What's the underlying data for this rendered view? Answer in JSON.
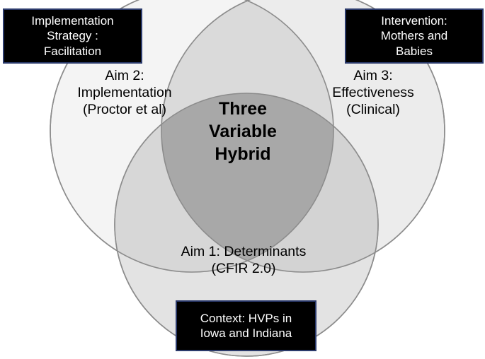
{
  "diagram": {
    "type": "venn-three-circle",
    "title": "Three Variable Hybrid",
    "center_label": "Three\nVariable\nHybrid",
    "circles": [
      {
        "id": "aim2",
        "label": "Aim 2:\nImplementation\n(Proctor et al)",
        "position": "left",
        "fill": "#f2f2f2",
        "stroke": "#8c8c8c"
      },
      {
        "id": "aim3",
        "label": "Aim 3:\nEffectiveness\n(Clinical)",
        "position": "right",
        "fill": "#e6e6e6",
        "stroke": "#8c8c8c"
      },
      {
        "id": "aim1",
        "label": "Aim 1: Determinants\n(CFIR 2.0)",
        "position": "bottom",
        "fill": "#d9d9d9",
        "stroke": "#8c8c8c"
      }
    ],
    "callouts": [
      {
        "id": "strategy",
        "text": "Implementation\nStrategy :\nFacilitation",
        "background": "#000000",
        "text_color": "#ffffff",
        "border_color": "#2b3a6b"
      },
      {
        "id": "intervention",
        "text": "Intervention:\nMothers and\nBabies",
        "background": "#000000",
        "text_color": "#ffffff",
        "border_color": "#2b3a6b"
      },
      {
        "id": "context",
        "text": "Context: HVPs in\nIowa and Indiana",
        "background": "#000000",
        "text_color": "#ffffff",
        "border_color": "#2b3a6b"
      }
    ]
  }
}
